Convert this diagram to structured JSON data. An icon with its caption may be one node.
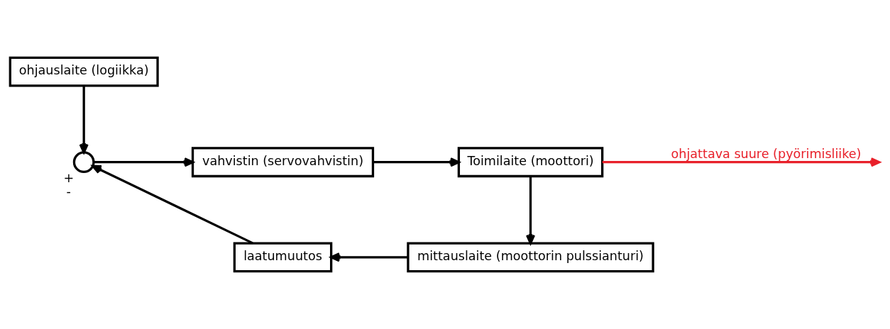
{
  "diagram": {
    "nodes": [
      {
        "text": [
          "ohjauslaite (logiikka)"
        ]
      },
      {
        "text": [],
        "shape": "circle",
        "beside": [
          "+",
          "-"
        ]
      },
      {
        "text": [
          "vahvistin (servovahvistin)"
        ]
      },
      {
        "text": [
          "Toimilaite (moottori)"
        ]
      },
      {
        "text": [
          "mittauslaite (moottorin pulssianturi)"
        ]
      },
      {
        "text": [
          "laatumuutos"
        ]
      }
    ],
    "edges": [
      {
        "from": 0,
        "to": 1,
        "arrow": "to"
      },
      {
        "from": 1,
        "to": 2,
        "arrow": "to"
      },
      {
        "from": 2,
        "to": 3,
        "arrow": "to"
      },
      {
        "from": 3,
        "to": null,
        "arrow": "to",
        "label": "ohjattava suure (pyörimisliike)",
        "color": "#e8202a"
      },
      {
        "from": 3,
        "to": 4,
        "arrow": "to"
      },
      {
        "from": 4,
        "to": 5,
        "arrow": "to"
      },
      {
        "from": 5,
        "to": 1,
        "arrow": "to"
      }
    ]
  }
}
